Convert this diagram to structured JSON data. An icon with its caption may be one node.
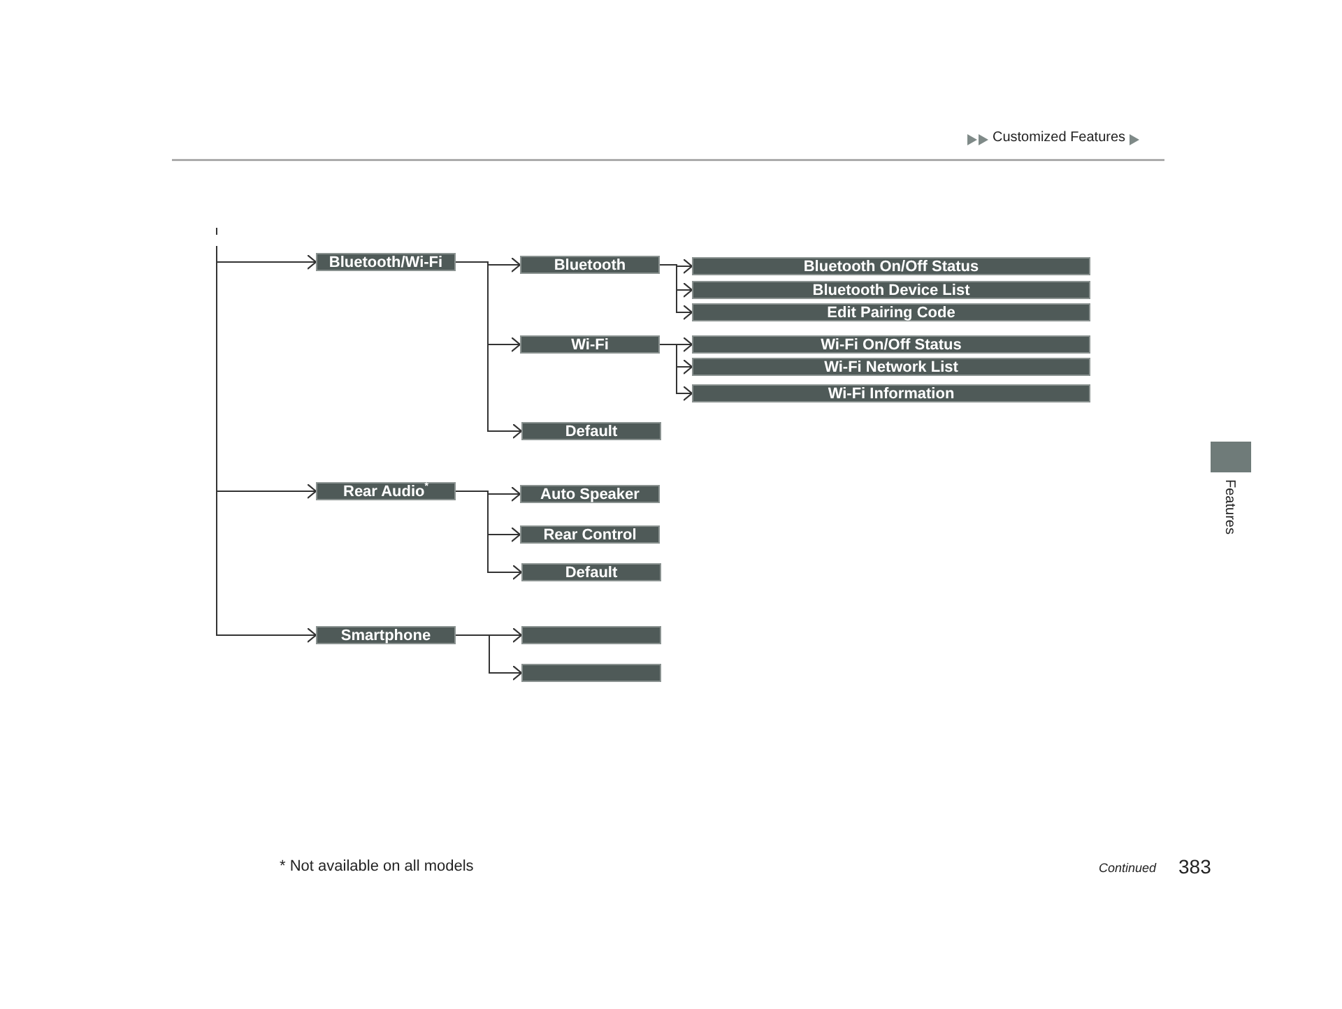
{
  "diagram": {
    "nodes": [
      {
        "text": [
          "Bluetooth/Wi-Fi"
        ]
      },
      {
        "text": [
          "Bluetooth"
        ]
      },
      {
        "text": [
          "Bluetooth On/Off Status"
        ]
      },
      {
        "text": [
          "Bluetooth Device List"
        ]
      },
      {
        "text": [
          "Edit Pairing Code"
        ]
      },
      {
        "text": [
          "Wi-Fi"
        ]
      },
      {
        "text": [
          "Wi-Fi On/Off Status"
        ]
      },
      {
        "text": [
          "Wi-Fi Network List"
        ]
      },
      {
        "text": [
          "Wi-Fi Information"
        ]
      },
      {
        "text": [
          "Default"
        ]
      },
      {
        "text": [
          "Rear Audio$^{*}$"
        ]
      },
      {
        "text": [
          "Auto Speaker"
        ]
      },
      {
        "text": [
          "Rear Control"
        ]
      },
      {
        "text": [
          "Default"
        ]
      },
      {
        "text": [
          "Smartphone"
        ]
      },
      {
        "text": [],
        "shape": "box"
      },
      {
        "text": [],
        "shape": "box"
      }
    ],
    "edges": [
      {
        "from": null,
        "to": 0,
        "arrow": "to"
      },
      {
        "from": 0,
        "to": 1,
        "arrow": "to"
      },
      {
        "from": 1,
        "to": 2,
        "arrow": "to"
      },
      {
        "from": 1,
        "to": 3,
        "arrow": "to"
      },
      {
        "from": 1,
        "to": 4,
        "arrow": "to"
      },
      {
        "from": 0,
        "to": 5,
        "arrow": "to"
      },
      {
        "from": 5,
        "to": 6,
        "arrow": "to"
      },
      {
        "from": 5,
        "to": 7,
        "arrow": "to"
      },
      {
        "from": 5,
        "to": 8,
        "arrow": "to"
      },
      {
        "from": 0,
        "to": 9,
        "arrow": "to"
      },
      {
        "from": null,
        "to": 10,
        "arrow": "to"
      },
      {
        "from": 10,
        "to": 11,
        "arrow": "to"
      },
      {
        "from": 10,
        "to": 12,
        "arrow": "to"
      },
      {
        "from": 10,
        "to": 13,
        "arrow": "to"
      },
      {
        "from": null,
        "to": 14,
        "arrow": "to"
      },
      {
        "from": 14,
        "to": 15,
        "arrow": "to"
      },
      {
        "from": 14,
        "to": 16,
        "arrow": "to"
      }
    ],
    "labels": [
      "Customized Features",
      "Features",
      "* Not available on all models",
      "Continued",
      "383"
    ]
  }
}
